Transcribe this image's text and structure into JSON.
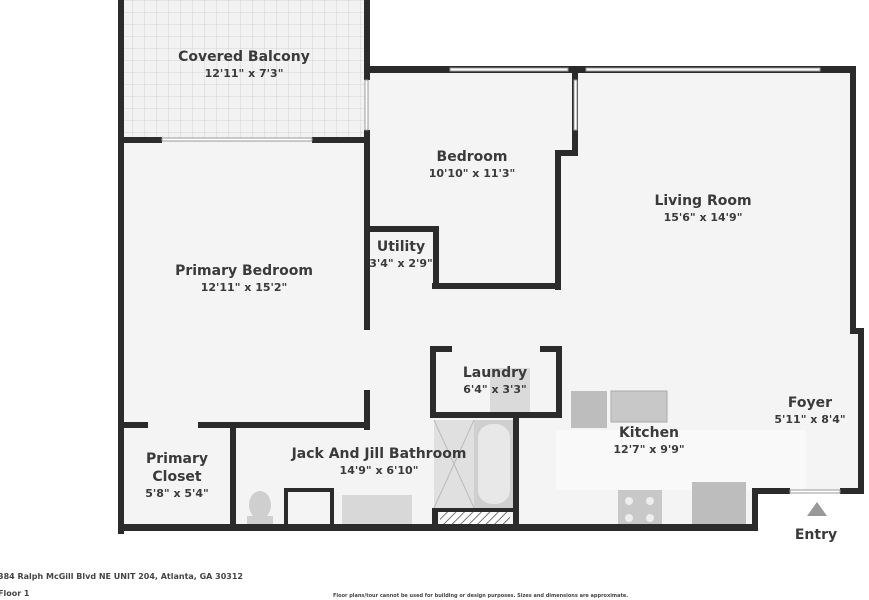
{
  "rooms": [
    {
      "name": "Covered Balcony",
      "dims": "12'11\" x 7'3\""
    },
    {
      "name": "Bedroom",
      "dims": "10'10\" x 11'3\""
    },
    {
      "name": "Living Room",
      "dims": "15'6\" x 14'9\""
    },
    {
      "name": "Utility",
      "dims": "3'4\" x 2'9\""
    },
    {
      "name": "Primary Bedroom",
      "dims": "12'11\" x 15'2\""
    },
    {
      "name": "Laundry",
      "dims": "6'4\" x 3'3\""
    },
    {
      "name": "Foyer",
      "dims": "5'11\" x 8'4\""
    },
    {
      "name": "Kitchen",
      "dims": "12'7\" x 9'9\""
    },
    {
      "name": "Primary Closet",
      "name2": "Closet",
      "name1": "Primary",
      "dims": "5'8\" x 5'4\""
    },
    {
      "name": "Jack And Jill Bathroom",
      "dims": "14'9\" x 6'10\""
    }
  ],
  "entry_label": "Entry",
  "footer": {
    "address": "384 Ralph McGill Blvd NE UNIT 204, Atlanta, GA 30312",
    "floor": "Floor 1",
    "disclaimer": "Floor plans/tour cannot be used for building or design purposes. Sizes and dimensions are approximate."
  },
  "colors": {
    "wall": "#2b2b2b",
    "floor": "#f4f4f4",
    "fixture": "#c8c8c8"
  }
}
